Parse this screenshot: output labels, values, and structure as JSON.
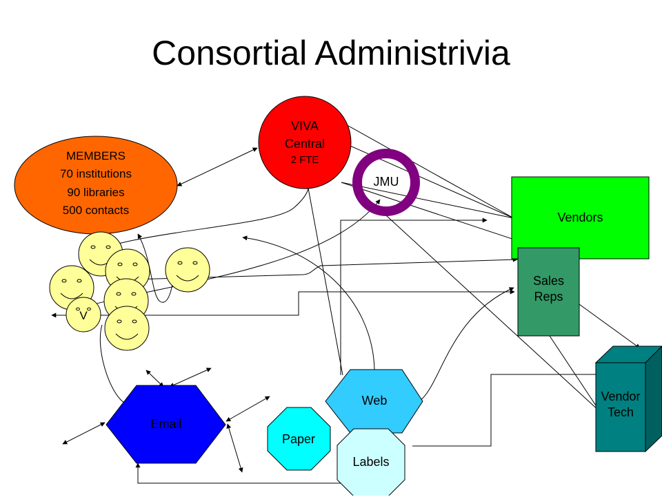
{
  "slide": {
    "title": "Consortial Administrivia"
  },
  "nodes": {
    "members": {
      "line1": "MEMBERS",
      "line2": "70 institutions",
      "line3": "90 libraries",
      "line4": "500 contacts",
      "color": "#FF6600"
    },
    "viva": {
      "line1": "VIVA",
      "line2": "Central",
      "line3": "2 FTE",
      "color": "#FF0000"
    },
    "jmu": {
      "label": "JMU",
      "color": "#800080"
    },
    "vendors": {
      "label": "Vendors",
      "color": "#00FF00"
    },
    "sales_reps": {
      "line1": "Sales",
      "line2": "Reps",
      "color": "#339966"
    },
    "vendor_tech": {
      "line1": "Vendor",
      "line2": "Tech",
      "color": "#008080"
    },
    "email": {
      "label": "Email",
      "color": "#0000FF"
    },
    "web": {
      "label": "Web",
      "color": "#33CCFF"
    },
    "paper": {
      "label": "Paper",
      "color": "#00FFFF"
    },
    "labels": {
      "label": "Labels",
      "color": "#CCFFFF"
    },
    "faces": {
      "color": "#FFFF99",
      "v_label": "V"
    }
  }
}
